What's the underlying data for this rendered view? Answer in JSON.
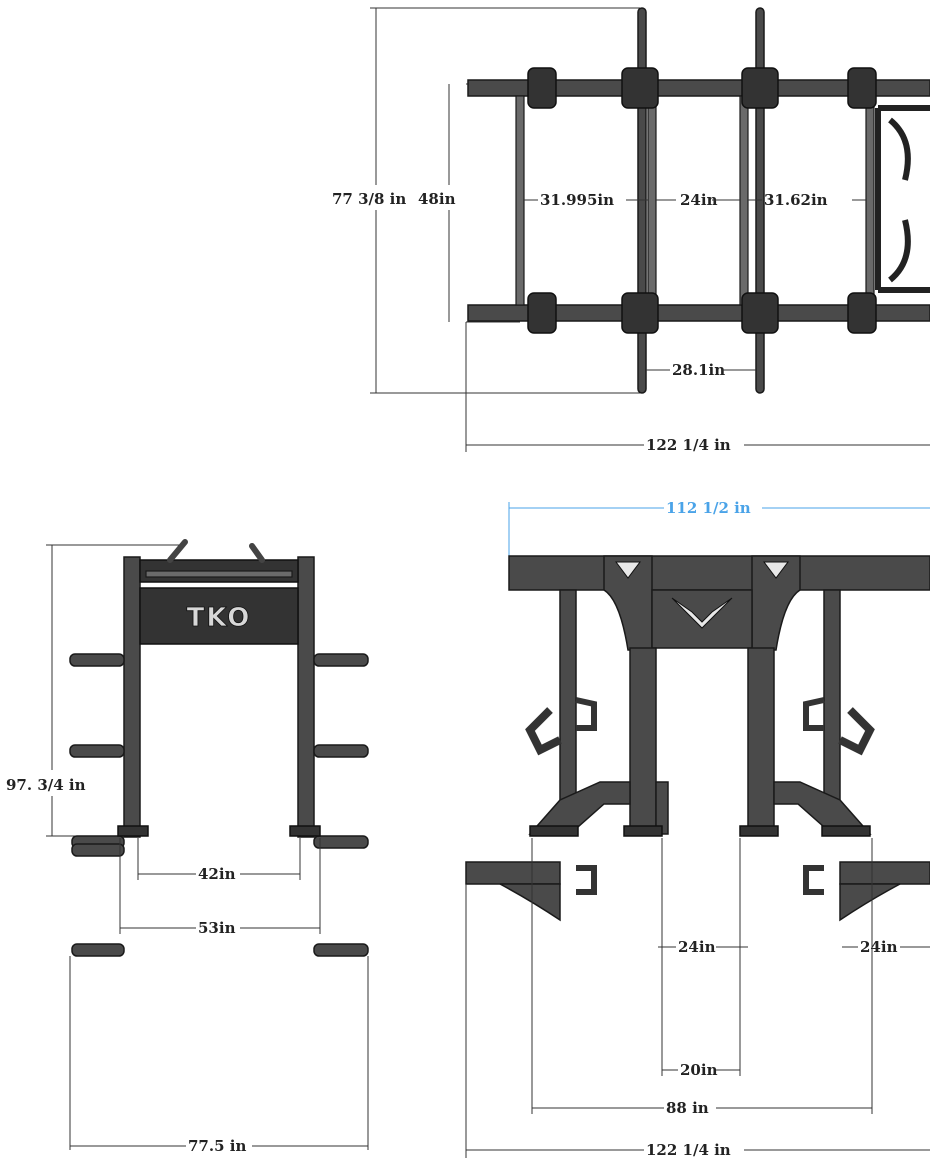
{
  "brand": {
    "logo_text": "TKO"
  },
  "top_view": {
    "overall_depth": "77 3/8 in",
    "inner_depth": "48in",
    "bay_left": "31.995in",
    "bay_center": "24in",
    "bay_right": "31.62in",
    "post_spacing": "28.1in",
    "overall_length": "122 1/4 in"
  },
  "side_view": {
    "overall_height": "97. 3/4 in",
    "inner_width": "42in",
    "base_width": "53in",
    "overall_width": "77.5 in"
  },
  "front_view": {
    "top_width": "112 1/2 in",
    "left_bay": "24in",
    "right_bay": "24in",
    "center_gap": "20in",
    "base_span": "88 in",
    "overall_length": "122 1/4 in"
  },
  "colors": {
    "steel": "#4a4a4a",
    "dimension": "#333333",
    "highlight_dimension": "#4aa3e8"
  }
}
